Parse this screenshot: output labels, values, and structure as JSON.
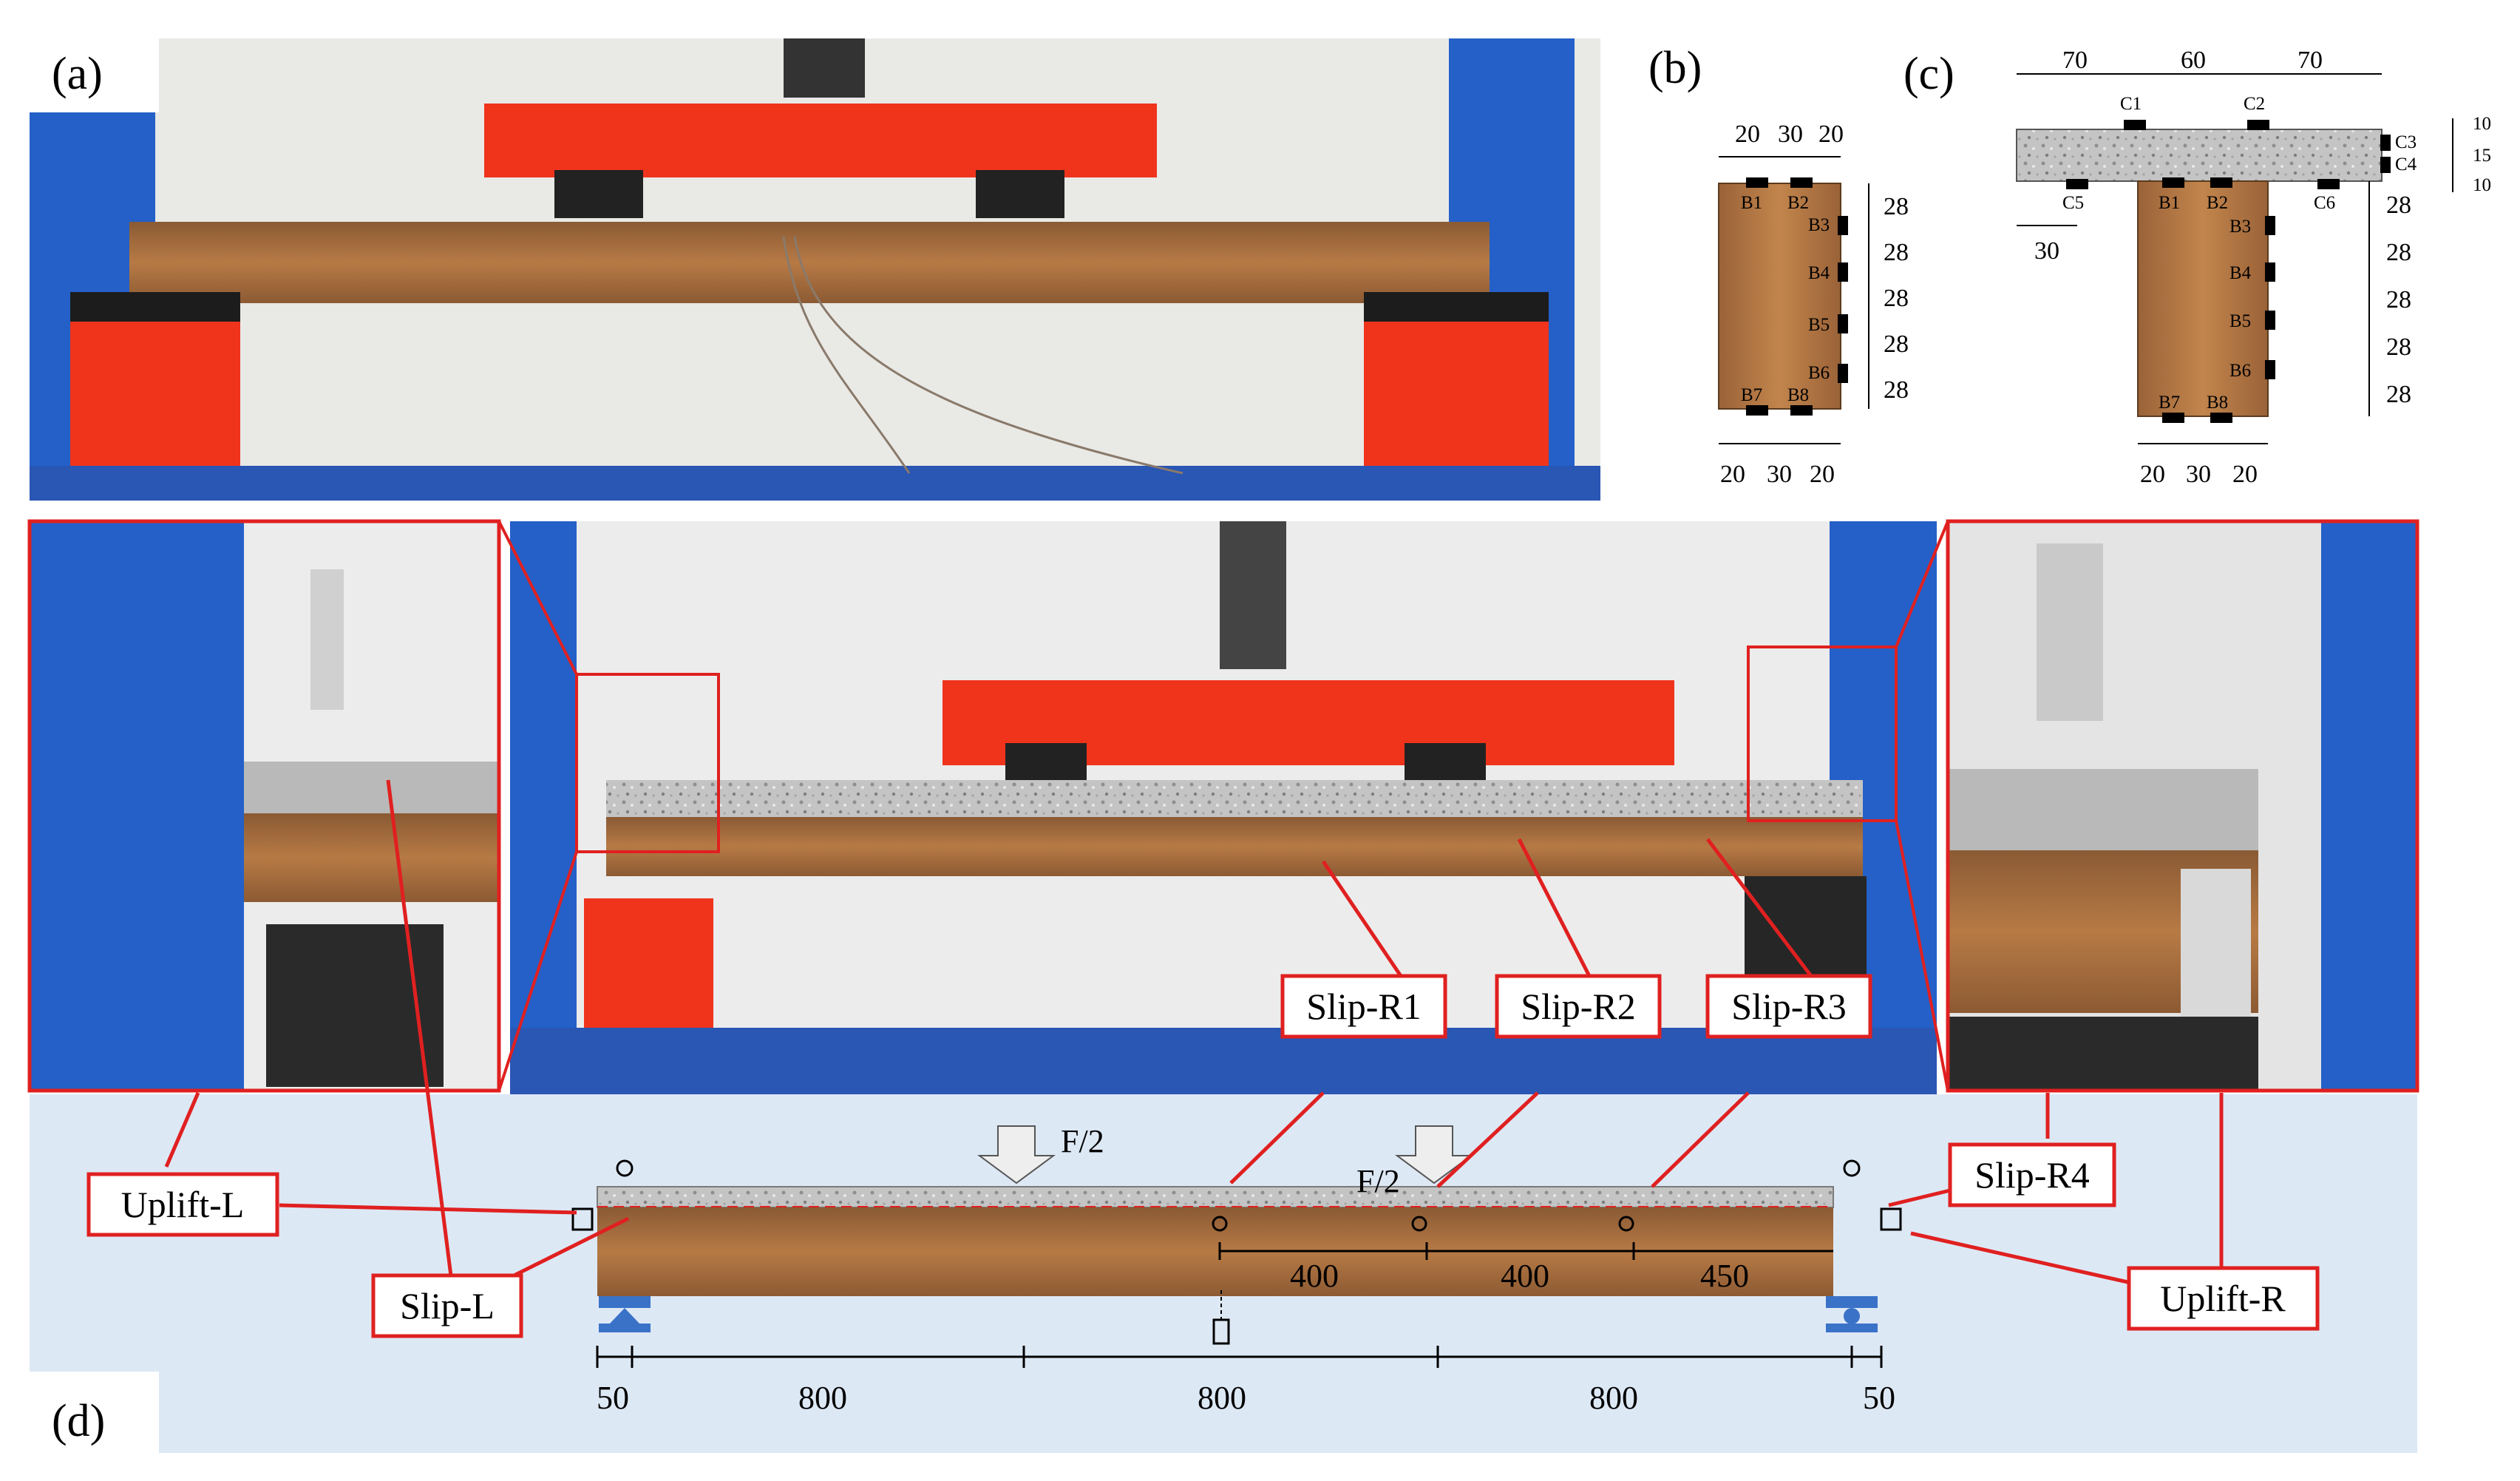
{
  "panel_labels": {
    "a": "(a)",
    "b": "(b)",
    "c": "(c)",
    "d": "(d)"
  },
  "panel_b": {
    "top_dims": [
      "20",
      "30",
      "20"
    ],
    "bottom_dims": [
      "20",
      "30",
      "20"
    ],
    "side_dims": [
      "28",
      "28",
      "28",
      "28",
      "28"
    ],
    "gauges": [
      "B1",
      "B2",
      "B3",
      "B4",
      "B5",
      "B6",
      "B7",
      "B8"
    ]
  },
  "panel_c": {
    "top_dims": [
      "70",
      "60",
      "70"
    ],
    "right_dims": [
      "10",
      "15",
      "10"
    ],
    "flange_dim": "30",
    "side_dims": [
      "28",
      "28",
      "28",
      "28",
      "28"
    ],
    "bottom_dims": [
      "20",
      "30",
      "20"
    ],
    "slab_gauges": [
      "C1",
      "C2",
      "C3",
      "C4",
      "C5",
      "C6"
    ],
    "web_gauges": [
      "B1",
      "B2",
      "B3",
      "B4",
      "B5",
      "B6",
      "B7",
      "B8"
    ]
  },
  "callouts": {
    "slip_r1": "Slip-R1",
    "slip_r2": "Slip-R2",
    "slip_r3": "Slip-R3",
    "slip_r4": "Slip-R4",
    "uplift_l": "Uplift-L",
    "uplift_r": "Uplift-R",
    "slip_l": "Slip-L"
  },
  "panel_d": {
    "load_labels": [
      "F/2",
      "F/2"
    ],
    "slip_spacing": [
      "400",
      "400",
      "450"
    ],
    "span_dims": [
      "50",
      "800",
      "800",
      "800",
      "50"
    ]
  },
  "colors": {
    "frame_blue": "#2460c8",
    "spreader_red": "#f0341c",
    "callout_red": "#e02020",
    "timber": "#a56a3a",
    "concrete": "#bdbdbd",
    "diagram_bg": "#dde8f5"
  }
}
